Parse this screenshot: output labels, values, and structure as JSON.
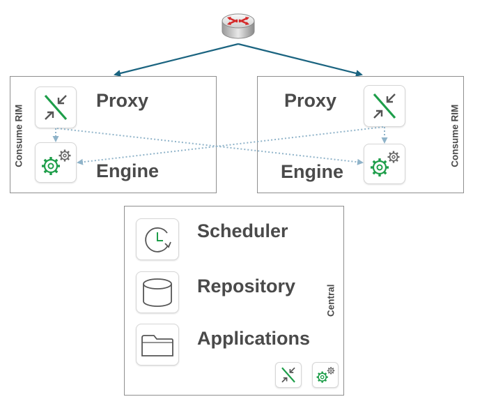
{
  "router": {
    "icon": "router-icon"
  },
  "rim_left": {
    "side_label": "Consume RIM",
    "proxy_label": "Proxy",
    "engine_label": "Engine",
    "proxy_icon": "proxy-icon",
    "engine_icon": "engine-gears-icon"
  },
  "rim_right": {
    "side_label": "Consume RIM",
    "proxy_label": "Proxy",
    "engine_label": "Engine",
    "proxy_icon": "proxy-icon",
    "engine_icon": "engine-gears-icon"
  },
  "central": {
    "side_label": "Central",
    "items": [
      {
        "label": "Scheduler",
        "icon": "clock-icon"
      },
      {
        "label": "Repository",
        "icon": "database-icon"
      },
      {
        "label": "Applications",
        "icon": "folder-icon"
      }
    ],
    "small_icons": [
      "proxy-icon",
      "engine-gears-icon"
    ]
  },
  "colors": {
    "connector": "#1b6480",
    "dotted": "#8fb3c9",
    "green": "#1e9e4a",
    "red": "#d42a2a",
    "text": "#4a4a4a"
  }
}
